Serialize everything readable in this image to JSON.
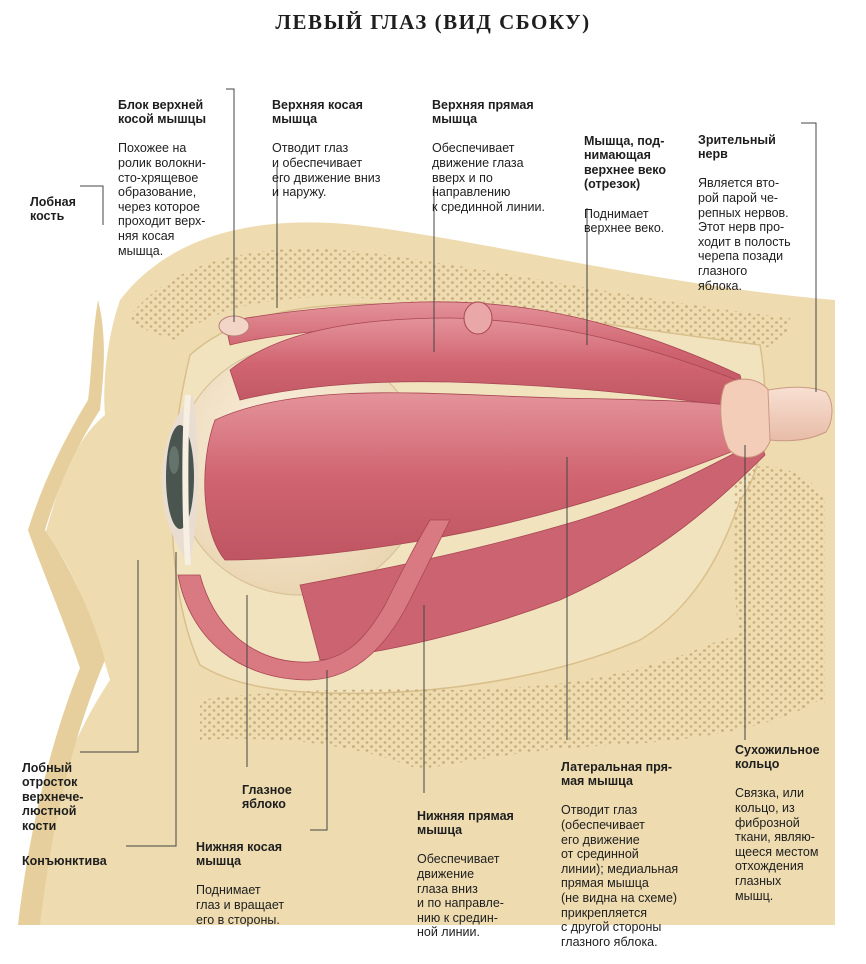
{
  "title": "ЛЕВЫЙ ГЛАЗ (ВИД СБОКУ)",
  "labels": {
    "trochlea": {
      "name": "Блок верхней\nкосой мышцы",
      "desc": "Похожее на\nролик волокни-\nсто-хрящевое\nобразование,\nчерез которое\nпроходит верх-\nняя косая\nмышца."
    },
    "superior_oblique": {
      "name": "Верхняя косая\nмышца",
      "desc": "Отводит глаз\nи обеспечивает\nего движение вниз\nи наружу."
    },
    "superior_rectus": {
      "name": "Верхняя прямая\nмышца",
      "desc": "Обеспечивает\nдвижение глаза\nвверх и по\nнаправлению\nк срединной линии."
    },
    "levator": {
      "name": "Мышца, под-\nнимающая\nверхнее веко\n(отрезок)",
      "desc": "Поднимает\nверхнее веко."
    },
    "optic_nerve": {
      "name": "Зрительный\nнерв",
      "desc": "Является вто-\nрой парой че-\nрепных нервов.\nЭтот нерв про-\nходит в полость\nчерепа позади\nглазного\nяблока."
    },
    "frontal_bone": {
      "name": "Лобная\nкость"
    },
    "frontal_process": {
      "name": "Лобный\nотросток\nверхнече-\nлюстной\nкости"
    },
    "conjunctiva": {
      "name": "Конъюнктива"
    },
    "eyeball": {
      "name": "Глазное\nяблоко"
    },
    "inferior_oblique": {
      "name": "Нижняя косая\nмышца",
      "desc": "Поднимает\nглаз и вращает\nего в стороны."
    },
    "inferior_rectus": {
      "name": "Нижняя прямая\nмышца",
      "desc": "Обеспечивает\nдвижение\nглаза вниз\nи по направле-\nнию к средин-\nной линии."
    },
    "lateral_rectus": {
      "name": "Латеральная пря-\nмая мышца",
      "desc": "Отводит глаз\n(обеспечивает\nего движение\nот срединной\nлинии); медиальная\nпрямая мышца\n(не видна на схеме)\nприкрепляется\nс другой стороны\nглазного яблока."
    },
    "annulus": {
      "name": "Сухожильное\nкольцо",
      "desc": "Связка, или\nкольцо, из\nфиброзной\nткани, являю-\nщееся местом\nотхождения\nглазных\nмышц."
    }
  },
  "colors": {
    "bone": "#eedcb0",
    "bone_dots": "#c9ad7a",
    "muscle": "#d4707a",
    "muscle_dark": "#b8505c",
    "eyeball": "#f3e4c8",
    "tendon": "#f4cdb8",
    "nerve": "#f3d3c0",
    "iris": "#4b5550",
    "leader": "#444444"
  }
}
